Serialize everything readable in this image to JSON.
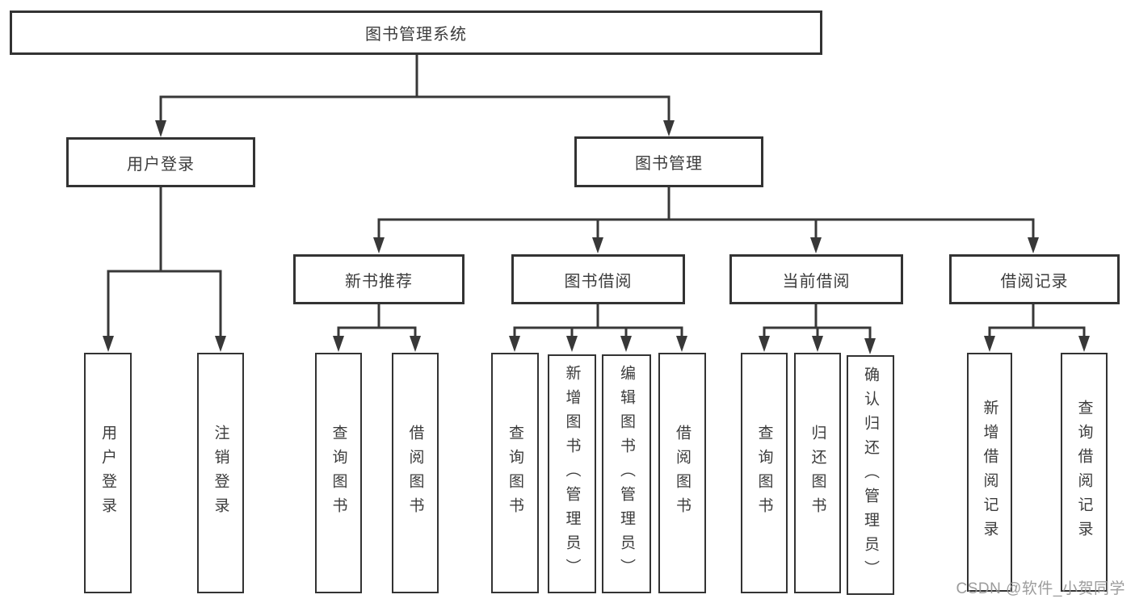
{
  "diagram": {
    "tree": {
      "label": "图书管理系统",
      "children": [
        {
          "label": "用户登录",
          "children": [
            {
              "label": "用户登录"
            },
            {
              "label": "注销登录"
            }
          ]
        },
        {
          "label": "图书管理",
          "children": [
            {
              "label": "新书推荐",
              "children": [
                {
                  "label": "查询图书"
                },
                {
                  "label": "借阅图书"
                }
              ]
            },
            {
              "label": "图书借阅",
              "children": [
                {
                  "label": "查询图书"
                },
                {
                  "label": "新增图书（管理员）"
                },
                {
                  "label": "编辑图书（管理员）"
                },
                {
                  "label": "借阅图书"
                }
              ]
            },
            {
              "label": "当前借阅",
              "children": [
                {
                  "label": "查询图书"
                },
                {
                  "label": "归还图书"
                },
                {
                  "label": "确认归还（管理员）"
                }
              ]
            },
            {
              "label": "借阅记录",
              "children": [
                {
                  "label": "新增借阅记录"
                },
                {
                  "label": "查询借阅记录"
                }
              ]
            }
          ]
        }
      ]
    },
    "colors": {
      "line": "#383838",
      "box_border": "#333333",
      "text": "#3c3c3c",
      "watermark": "#949494",
      "background": "#ffffff"
    }
  },
  "watermark": {
    "text": "CSDN @软件_小贺同学"
  }
}
